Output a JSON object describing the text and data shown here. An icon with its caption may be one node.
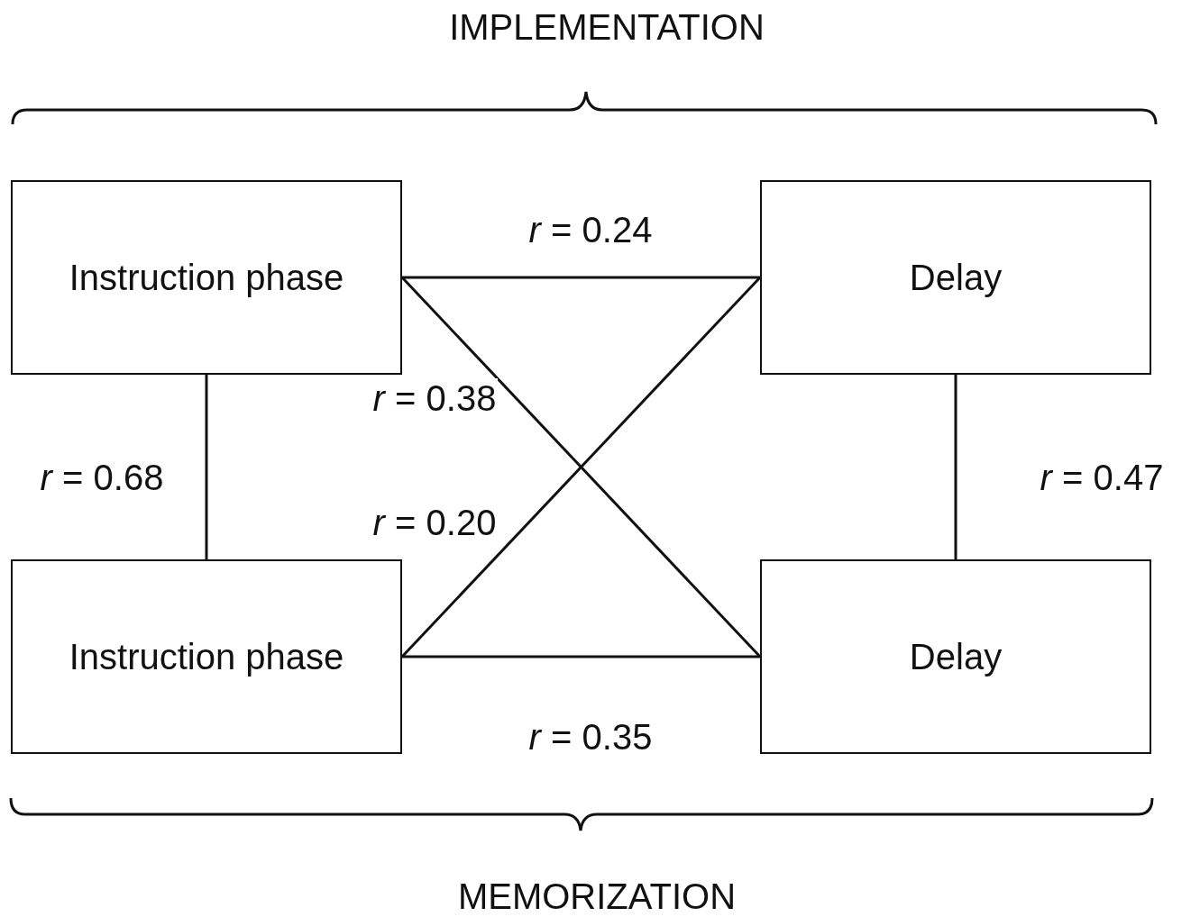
{
  "diagram": {
    "nodes": [
      {
        "text": [
          "Instruction phase"
        ]
      },
      {
        "text": [
          "Delay"
        ]
      },
      {
        "text": [
          "Instruction phase"
        ]
      },
      {
        "text": [
          "Delay"
        ]
      }
    ],
    "edges": [
      {
        "from": 0,
        "to": 1,
        "arrow": "none",
        "label": "*r* = 0.24"
      },
      {
        "from": 0,
        "to": 3,
        "arrow": "none",
        "label": "*r* = 0.38"
      },
      {
        "from": 2,
        "to": 1,
        "arrow": "none",
        "label": "*r* = 0.20"
      },
      {
        "from": 2,
        "to": 3,
        "arrow": "none",
        "label": "*r* = 0.35"
      },
      {
        "from": 0,
        "to": 2,
        "arrow": "none",
        "label": "*r* = 0.68"
      },
      {
        "from": 1,
        "to": 3,
        "arrow": "none",
        "label": "*r* = 0.47"
      }
    ],
    "labels": [
      "IMPLEMENTATION",
      "MEMORIZATION"
    ]
  }
}
